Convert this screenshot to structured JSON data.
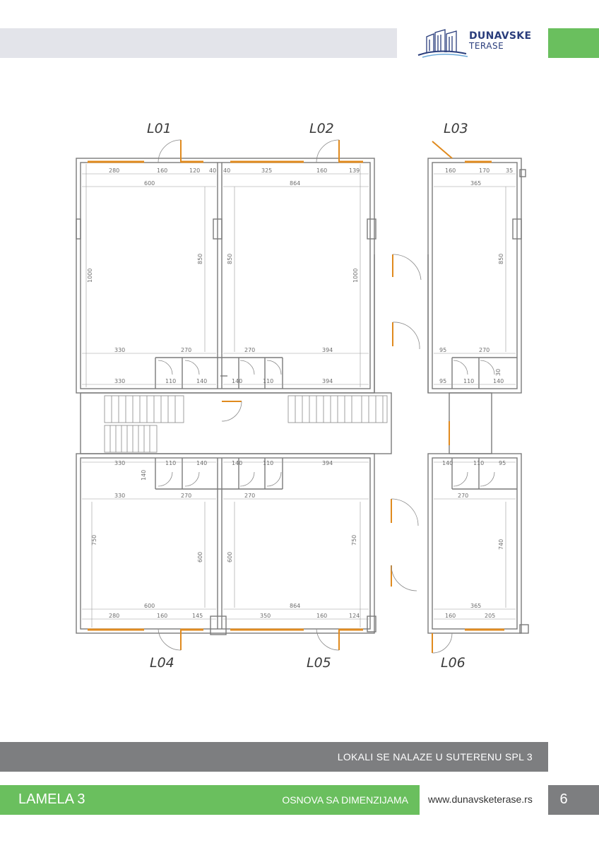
{
  "header": {
    "logo_line1": "DUNAVSKE",
    "logo_line2": "TERASE",
    "accent_green": "#6abf5e",
    "brand_blue": "#2a3d7c"
  },
  "plan": {
    "unit_labels": [
      "L01",
      "L02",
      "L03",
      "L04",
      "L05",
      "L06"
    ],
    "dims": {
      "l01_top_row": [
        "280",
        "160",
        "120",
        "40"
      ],
      "l01_width": "600",
      "l01_height": "1000",
      "l01_inner_height": "850",
      "l01_bottom_row": [
        "330",
        "270"
      ],
      "l01_wc_row": [
        "330",
        "110",
        "140"
      ],
      "l02_top_row": [
        "40",
        "325",
        "160",
        "139"
      ],
      "l02_width": "864",
      "l02_height_left": "850",
      "l02_height_right": "1000",
      "l02_bottom_row": [
        "270",
        "394"
      ],
      "l02_wc_row": [
        "140",
        "110",
        "394"
      ],
      "l03_top_row": [
        "160",
        "170",
        "35"
      ],
      "l03_width": "365",
      "l03_height": "850",
      "l03_bottom_row": [
        "95",
        "270"
      ],
      "l03_wc_row": [
        "95",
        "110",
        "140"
      ],
      "l03_wc_side": "30",
      "l04_wc_row": [
        "330",
        "110",
        "140"
      ],
      "l04_wc_side": "140",
      "l04_mid_row": [
        "330",
        "270"
      ],
      "l04_height": "750",
      "l04_inner_height": "600",
      "l04_width": "600",
      "l04_bottom_row": [
        "280",
        "160",
        "145"
      ],
      "l05_wc_row": [
        "140",
        "110",
        "394"
      ],
      "l05_mid_row": [
        "270"
      ],
      "l05_height_left": "600",
      "l05_height_right": "750",
      "l05_width": "864",
      "l05_bottom_row": [
        "350",
        "160",
        "124"
      ],
      "l06_wc_row": [
        "140",
        "110",
        "95"
      ],
      "l06_mid_row": [
        "270"
      ],
      "l06_height": "740",
      "l06_width": "365",
      "l06_bottom_row": [
        "160",
        "205"
      ]
    }
  },
  "footer": {
    "note": "LOKALI SE NALAZE U SUTERENU SPL 3",
    "section": "LAMELA 3",
    "subtitle": "OSNOVA SA DIMENZIJAMA",
    "website": "www.dunavsketerase.rs",
    "page": "6"
  }
}
